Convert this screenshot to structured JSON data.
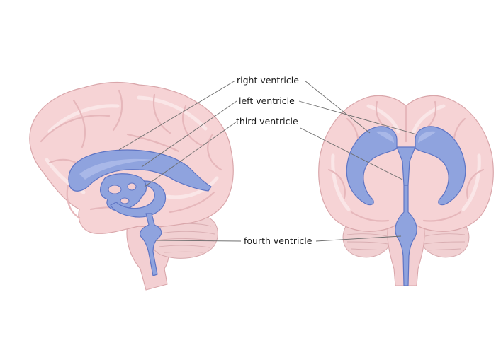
{
  "labels": {
    "right_ventricle": "right ventricle",
    "left_ventricle": "left ventricle",
    "third_ventricle": "third ventricle",
    "fourth_ventricle": "fourth ventricle"
  },
  "colors": {
    "brain_tissue": "#f6d3d5",
    "ventricle": "#8fa3de",
    "ventricle_outline": "#5f75c4"
  }
}
